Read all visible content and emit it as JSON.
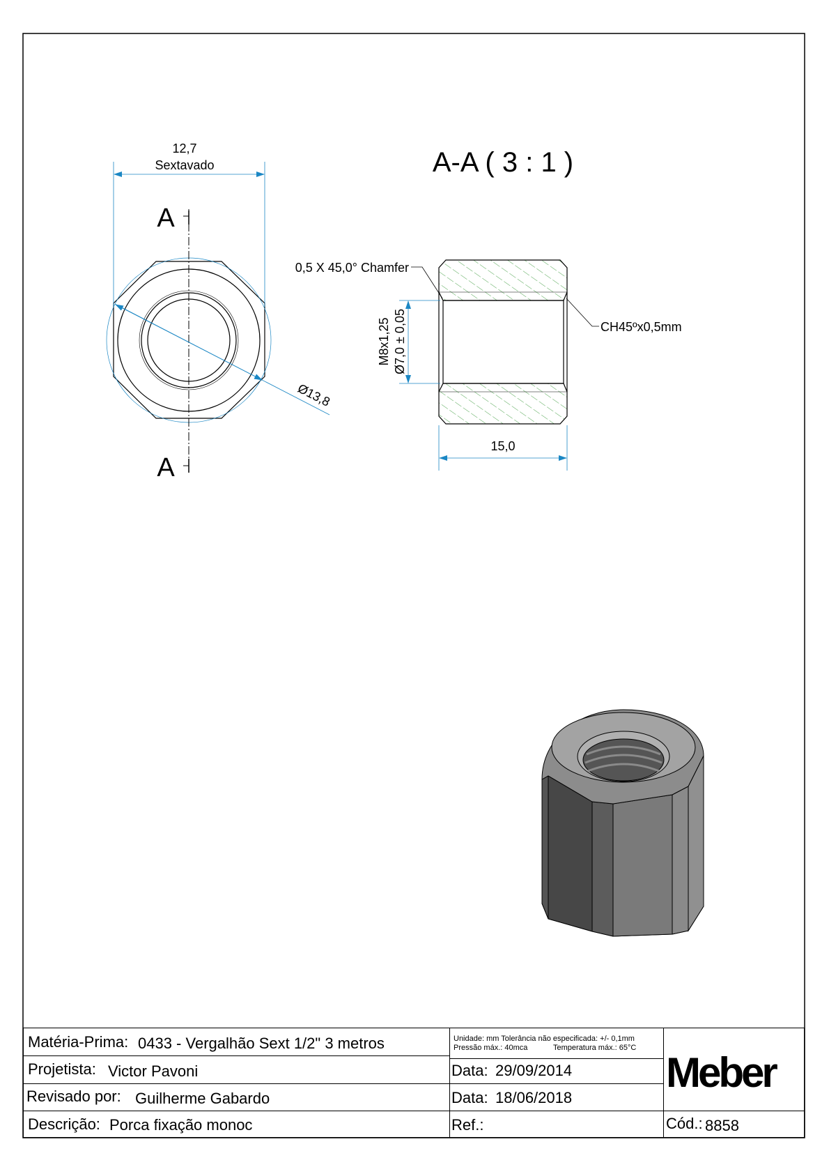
{
  "drawing": {
    "front_view": {
      "width_dim": "12,7",
      "width_note": "Sextavado",
      "diameter_dim": "Ø13,8",
      "section_mark_top": "A",
      "section_mark_bottom": "A"
    },
    "section_view": {
      "title": "A-A ( 3 : 1 )",
      "chamfer_left": "0,5 X 45,0° Chamfer",
      "chamfer_right": "CH45ºx0,5mm",
      "thread": "M8x1,25",
      "bore": "Ø7,0 ± 0,05",
      "length_dim": "15,0"
    },
    "colors": {
      "dimension": "#1b87c4",
      "hatch": "#3a9a3a",
      "line": "#000000"
    }
  },
  "title_block": {
    "materia_label": "Matéria-Prima:",
    "materia_value": "0433 - Vergalhão Sext 1/2\" 3 metros",
    "notes_line1": "Unidade: mm Tolerância não especificada: +/- 0,1mm",
    "notes_line2a": "Pressão máx.: 40mca",
    "notes_line2b": "Temperatura máx.: 65°C",
    "projetista_label": "Projetista:",
    "projetista_value": "Victor Pavoni",
    "data1_label": "Data:",
    "data1_value": "29/09/2014",
    "revisado_label": "Revisado por:",
    "revisado_value": "Guilherme Gabardo",
    "data2_label": "Data:",
    "data2_value": "18/06/2018",
    "descricao_label": "Descrição:",
    "descricao_value": "Porca fixação monoc",
    "ref_label": "Ref.:",
    "cod_label": "Cód.:",
    "cod_value": "8858",
    "logo": "Meber"
  }
}
